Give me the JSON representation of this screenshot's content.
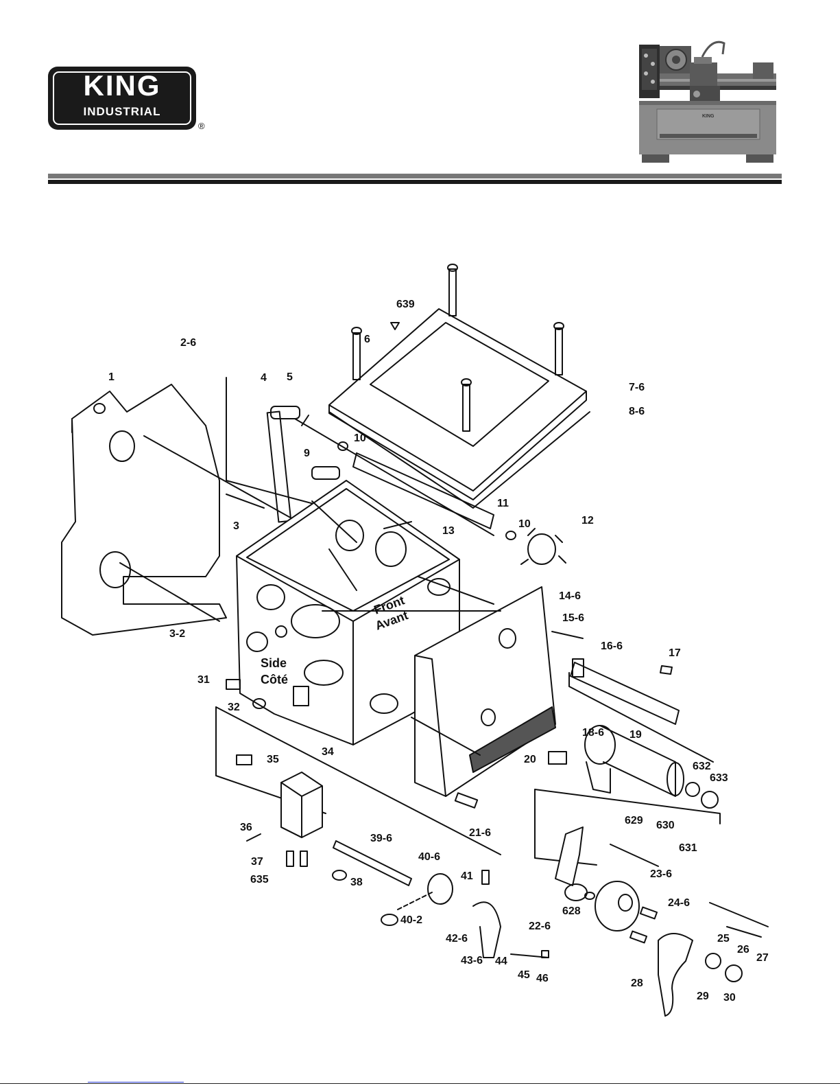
{
  "brand": {
    "name": "KING",
    "subname": "INDUSTRIAL",
    "registered": "®"
  },
  "colors": {
    "rule_dark": "#1a1a1a",
    "rule_grey": "#777777",
    "link_blue": "#2a3bd6"
  },
  "photo": {
    "subject": "metal lathe",
    "machine_label": "KING"
  },
  "diagram": {
    "body_text": {
      "front": "Front",
      "front_fr": "Avant",
      "side": "Side",
      "side_fr": "Côté"
    },
    "labels": [
      "639",
      "6",
      "2-6",
      "1",
      "4",
      "5",
      "7-6",
      "8-6",
      "10",
      "9",
      "3",
      "11",
      "10",
      "12",
      "13",
      "3-2",
      "14-6",
      "15-6",
      "16-6",
      "17",
      "31",
      "32",
      "34",
      "35",
      "18-6",
      "19",
      "20",
      "632",
      "633",
      "36",
      "21-6",
      "629",
      "630",
      "631",
      "37",
      "39-6",
      "635",
      "38",
      "40-6",
      "41",
      "23-6",
      "24-6",
      "22-6",
      "628",
      "40-2",
      "42-6",
      "25",
      "26",
      "27",
      "43-6",
      "44",
      "45",
      "46",
      "28",
      "29",
      "30"
    ]
  }
}
